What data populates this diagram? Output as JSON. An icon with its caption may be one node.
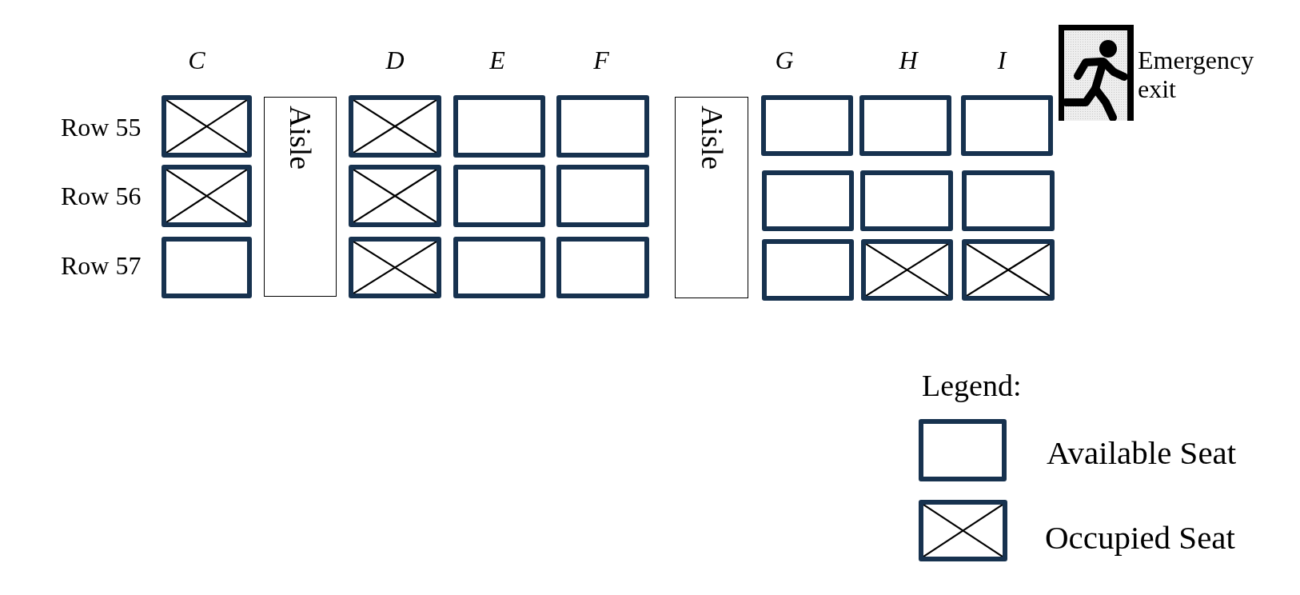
{
  "diagram": {
    "nodes": [
      {
        "text": [],
        "shape": "crossed-box"
      },
      {
        "text": [
          "Aisle"
        ]
      },
      {
        "text": [],
        "shape": "crossed-box"
      },
      {
        "text": [],
        "shape": "box"
      },
      {
        "text": [],
        "shape": "box"
      },
      {
        "text": [
          "Aisle"
        ]
      },
      {
        "text": [],
        "shape": "box"
      },
      {
        "text": [],
        "shape": "box"
      },
      {
        "text": [],
        "shape": "box"
      },
      {
        "text": [],
        "shape": "crossed-box"
      },
      {
        "text": [],
        "shape": "crossed-box"
      },
      {
        "text": [],
        "shape": "box"
      },
      {
        "text": [],
        "shape": "box"
      },
      {
        "text": [],
        "shape": "box"
      },
      {
        "text": [],
        "shape": "box"
      },
      {
        "text": [],
        "shape": "box"
      },
      {
        "text": [],
        "shape": "box"
      },
      {
        "text": [],
        "shape": "crossed-box"
      },
      {
        "text": [],
        "shape": "box"
      },
      {
        "text": [],
        "shape": "box"
      },
      {
        "text": [],
        "shape": "box"
      },
      {
        "text": [],
        "shape": "crossed-box"
      },
      {
        "text": [],
        "shape": "crossed-box"
      }
    ],
    "edges": [],
    "labels": [
      "C",
      "D",
      "E",
      "F",
      "G",
      "H",
      "I",
      "Emergency exit",
      "Row 55",
      "Row 56",
      "Row 57",
      "Legend:"
    ],
    "legend": [
      {
        "text": "Available Seat"
      },
      {
        "text": "Occupied Seat"
      }
    ]
  }
}
